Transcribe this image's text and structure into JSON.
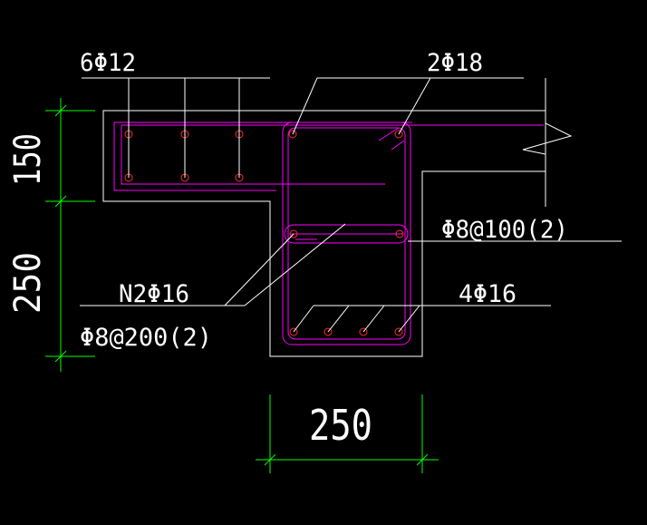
{
  "colors": {
    "background": "#000000",
    "outline": "#ffffff",
    "rebar": "#ff00ff",
    "bar_dots": "#ff2a2a",
    "dimension": "#00ff00",
    "text": "#ffffff"
  },
  "labels": {
    "top_slab_bars": "6Φ12",
    "beam_top_bars": "2Φ18",
    "stirrups_main": "Φ8@100(2)",
    "waist_bars": "N2Φ16",
    "stirrups_secondary": "Φ8@200(2)",
    "bottom_bars": "4Φ16"
  },
  "dimensions": {
    "vertical_top": "150",
    "vertical_bottom": "250",
    "horizontal": "250"
  }
}
